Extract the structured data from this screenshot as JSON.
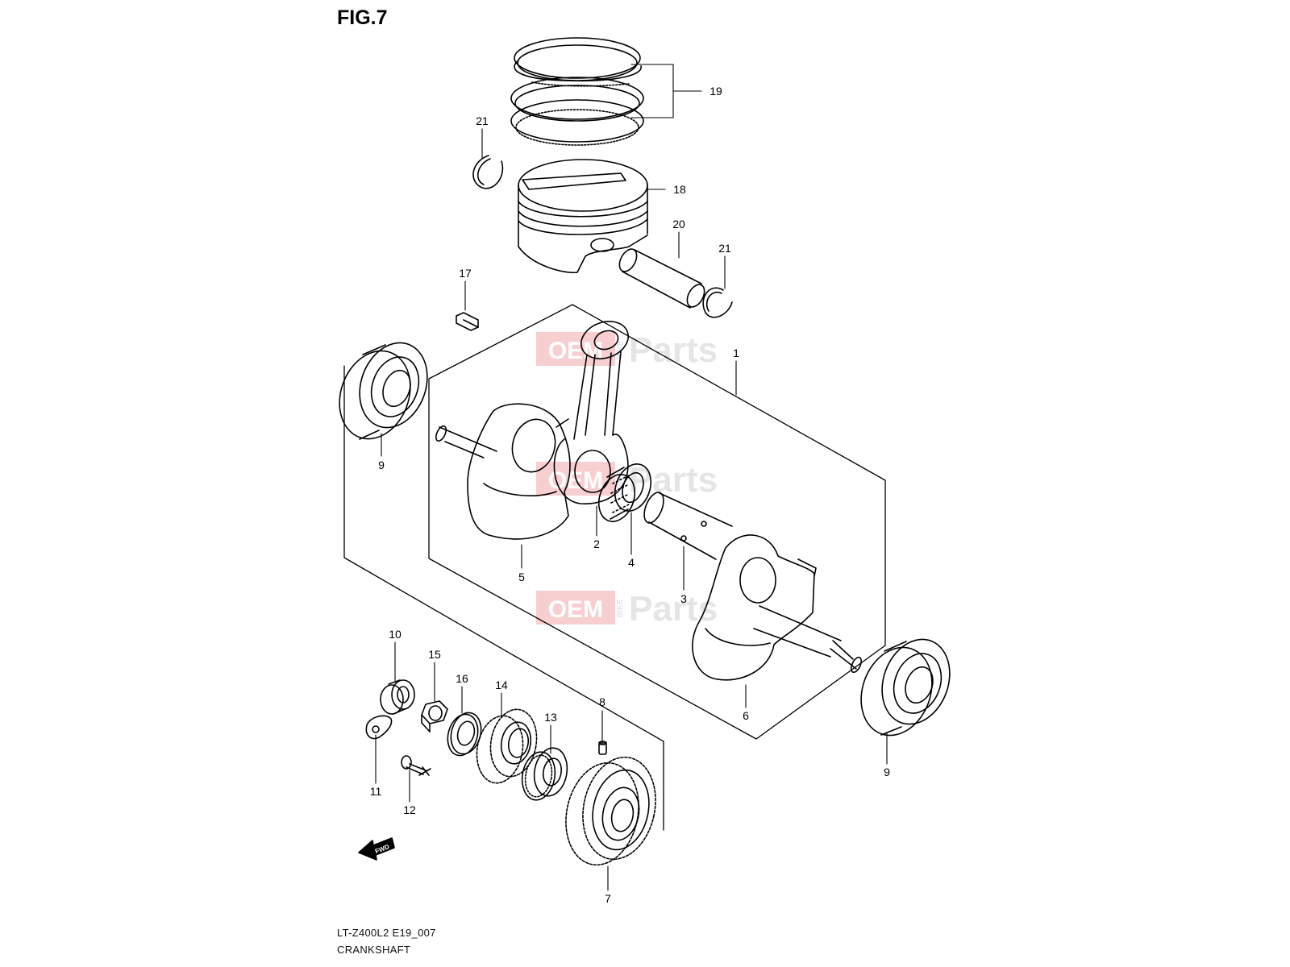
{
  "figure": {
    "title": "FIG.7"
  },
  "footer": {
    "code": "LT-Z400L2 E19_007",
    "caption": "CRANKSHAFT"
  },
  "fwd_label": "FWD",
  "watermark": {
    "brand_left": "OEM",
    "brand_mid": "BIKE",
    "brand_right": "Parts",
    "color": "#e31e24"
  },
  "callouts": {
    "c1": "1",
    "c2": "2",
    "c3": "3",
    "c4": "4",
    "c5": "5",
    "c6": "6",
    "c7": "7",
    "c8": "8",
    "c9a": "9",
    "c9b": "9",
    "c10": "10",
    "c11": "11",
    "c12": "12",
    "c13": "13",
    "c14": "14",
    "c15": "15",
    "c16": "16",
    "c17": "17",
    "c18": "18",
    "c19": "19",
    "c20": "20",
    "c21a": "21",
    "c21b": "21"
  }
}
